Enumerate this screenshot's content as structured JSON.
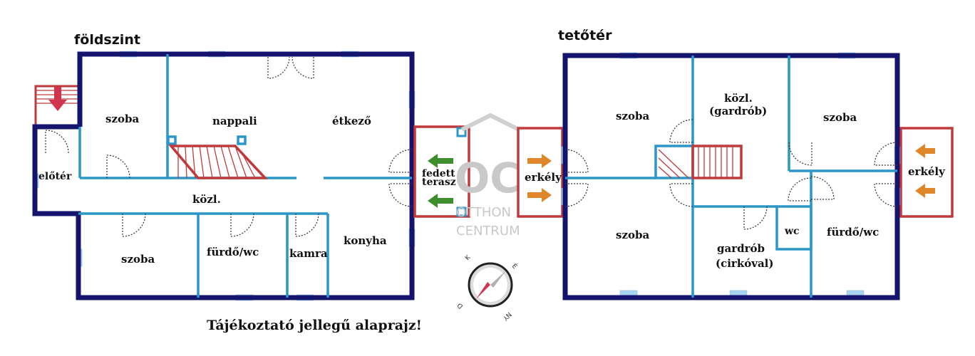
{
  "titles": {
    "ground": "földszint",
    "attic": "tetőtér"
  },
  "note": "Tájékoztató jellegű alaprajz!",
  "ground_rooms": {
    "eloter": "előtér",
    "szoba1": "szoba",
    "nappali": "nappali",
    "etkezo": "étkező",
    "kozl": "közl.",
    "szoba2": "szoba",
    "furdo": "fürdő/wc",
    "kamra": "kamra",
    "konyha": "konyha",
    "terasz_line1": "fedett",
    "terasz_line2": "terasz"
  },
  "attic_rooms": {
    "erkely_left": "erkély",
    "szoba_tl": "szoba",
    "kozl_line1": "közl.",
    "kozl_line2": "(gardrób)",
    "szoba_tr": "szoba",
    "szoba_bl": "szoba",
    "wc": "wc",
    "gardrob_line1": "gardrób",
    "gardrob_line2": "(cirkóval)",
    "furdo": "fürdő/wc",
    "erkely_right": "erkély"
  },
  "watermark": {
    "logo": "OC",
    "line1": "OTTHON",
    "line2": "CENTRUM"
  },
  "compass": {
    "n": "É",
    "e": "K",
    "s": "D",
    "w": "NY"
  },
  "colors": {
    "exterior_wall": "#14146e",
    "interior_wall": "#2c96c8",
    "stair_balcony": "#c0393b",
    "window": "#a9d4ee",
    "arrow_green": "#3e8e2b",
    "arrow_orange": "#e0862a",
    "entry_arrow": "#d0354f"
  },
  "icons": [
    "entry-arrow-icon",
    "balcony-arrow-icon",
    "terrace-arrow-icon",
    "compass-icon"
  ]
}
